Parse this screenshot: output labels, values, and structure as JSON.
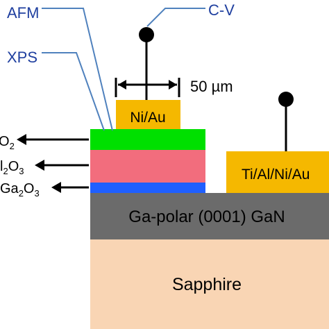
{
  "labels": {
    "afm": "AFM",
    "xps": "XPS",
    "cv": "C-V",
    "width": "50 µm",
    "top_contact": "Ni/Au",
    "ohmic_contact": "Ti/Al/Ni/Au",
    "gan_layer": "Ga-polar (0001) GaN",
    "substrate": "Sapphire",
    "layer_top": {
      "base": "O",
      "sub": "2"
    },
    "layer_mid": {
      "base": "l",
      "pre": "",
      "sub": "2",
      "tail": "O",
      "sub2": "3"
    },
    "layer_bottom": {
      "base": "Ga",
      "sub": "2",
      "tail": "O",
      "sub2": "3"
    }
  },
  "colors": {
    "afm_line": "#4f81bd",
    "label_blue": "#1f3f9f",
    "gold": "#f5b800",
    "green_layer": "#00e000",
    "red_layer": "#f26d7d",
    "blue_layer": "#1f5fff",
    "gan": "#6b6b6b",
    "sapphire": "#f9d5b4"
  }
}
